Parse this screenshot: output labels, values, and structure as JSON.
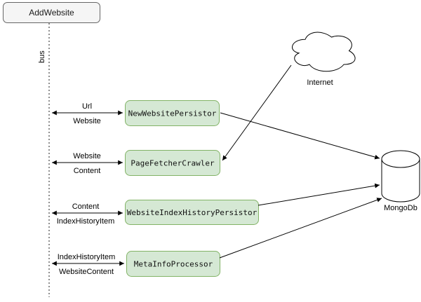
{
  "diagram": {
    "actor": {
      "label": "AddWebsite"
    },
    "bus": {
      "label": "bus"
    },
    "cloud": {
      "label": "Internet"
    },
    "database": {
      "label": "MongoDb"
    },
    "components": [
      {
        "label": "NewWebsitePersistor",
        "in_label": "Url",
        "out_label": "Website"
      },
      {
        "label": "PageFetcherCrawler",
        "in_label": "Website",
        "out_label": "Content"
      },
      {
        "label": "WebsiteIndexHistoryPersistor",
        "in_label": "Content",
        "out_label": "IndexHistoryItem"
      },
      {
        "label": "MetaInfoProcessor",
        "in_label": "IndexHistoryItem",
        "out_label": "WebsiteContent"
      }
    ],
    "connections": [
      "NewWebsitePersistor -> MongoDb",
      "Internet -> PageFetcherCrawler",
      "WebsiteIndexHistoryPersistor -> MongoDb",
      "MetaInfoProcessor -> MongoDb"
    ],
    "colors": {
      "component_fill": "#d5e8d4",
      "component_stroke": "#82b366",
      "actor_fill": "#f5f5f5",
      "actor_stroke": "#666666",
      "edge": "#000000",
      "bus_line": "#6b6b6b",
      "background": "#ffffff"
    }
  }
}
